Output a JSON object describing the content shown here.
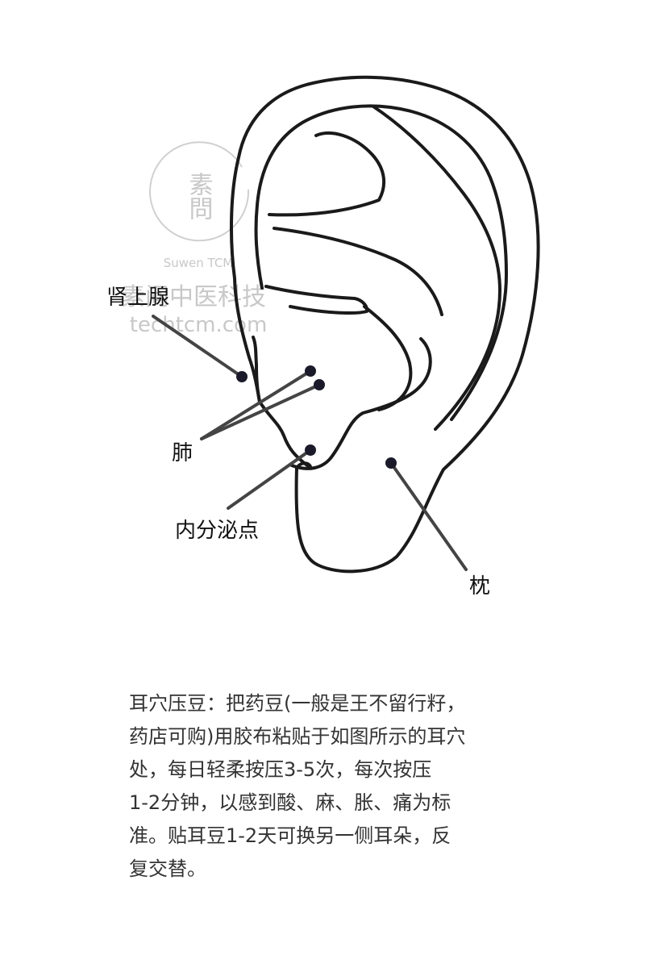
{
  "watermark": {
    "logo_chars": "素問",
    "brand": "Suwen TCM",
    "name": "素问中医科技",
    "site": "techtcm.com"
  },
  "acupoints": [
    {
      "id": "shenshangxian",
      "label": "肾上腺"
    },
    {
      "id": "fei",
      "label": "肺"
    },
    {
      "id": "neifenmi",
      "label": "内分泌点"
    },
    {
      "id": "zhen",
      "label": "枕"
    }
  ],
  "caption": {
    "lines": [
      "耳穴压豆：把药豆(一般是王不留行籽，",
      "药店可购)用胶布粘贴于如图所示的耳穴",
      "处，每日轻柔按压3-5次，每次按压",
      "1-2分钟，以感到酸、麻、胀、痛为标",
      "准。贴耳豆1-2天可换另一侧耳朵，反",
      "复交替。"
    ]
  },
  "colors": {
    "outline": "#1a1a1a",
    "needle": "#444444",
    "point": "#1a1a2a",
    "watermark": "#c8c8c8",
    "caption_text": "#333333"
  }
}
